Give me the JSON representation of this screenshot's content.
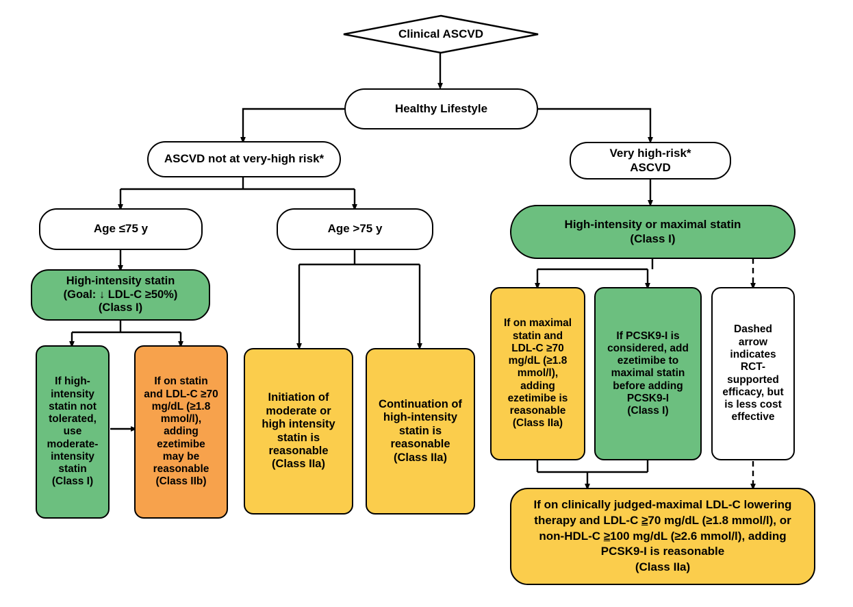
{
  "diagram": {
    "title": "Clinical ASCVD cholesterol management algorithm",
    "colors": {
      "green": "#6cbf7f",
      "yellow": "#fbcd4c",
      "orange": "#f7a24c",
      "white": "#ffffff",
      "stroke": "#000000"
    }
  },
  "nodes": {
    "clinical_ascvd": {
      "label": "Clinical ASCVD",
      "shape": "diamond",
      "fill": "white"
    },
    "healthy_lifestyle": {
      "label": "Healthy Lifestyle",
      "shape": "pill",
      "fill": "white"
    },
    "ascvd_not_very_high": {
      "label": "ASCVD not at very-high risk*",
      "shape": "pill",
      "fill": "white"
    },
    "very_high_risk_ascvd": {
      "line1": "Very high-risk*",
      "line2": "ASCVD",
      "shape": "rounded",
      "fill": "white"
    },
    "age_le_75": {
      "label": "Age ≤75 y",
      "shape": "rounded",
      "fill": "white"
    },
    "age_gt_75": {
      "label": "Age >75 y",
      "shape": "rounded",
      "fill": "white"
    },
    "high_intensity_statin_goal": {
      "line1": "High-intensity statin",
      "line2": "(Goal: ↓ LDL-C ≥50%)",
      "line3": "(Class I)",
      "shape": "rounded",
      "fill": "green"
    },
    "not_tolerated_moderate": {
      "text": "If high-intensity statin not tolerated, use moderate-intensity statin (Class I)",
      "lines": [
        "If high-",
        "intensity",
        "statin not",
        "tolerated,",
        "use",
        "moderate-",
        "intensity",
        "statin",
        "(Class I)"
      ],
      "shape": "soft",
      "fill": "green"
    },
    "statin_ldl70_ezetimibe": {
      "text": "If on statin and LDL-C ≥70 mg/dL (≥1.8 mmol/l), adding ezetimibe may be reasonable (Class IIb)",
      "lines": [
        "If on statin",
        "and LDL-C ≥70",
        "mg/dL (≥1.8",
        "mmol/l),",
        "adding",
        "ezetimibe",
        "may be",
        "reasonable",
        "(Class IIb)"
      ],
      "shape": "soft",
      "fill": "orange"
    },
    "initiation_moderate_high": {
      "text": "Initiation of moderate or high intensity statin is reasonable (Class IIa)",
      "lines": [
        "Initiation of",
        "moderate or",
        "high intensity",
        "statin is",
        "reasonable",
        "(Class IIa)"
      ],
      "shape": "soft",
      "fill": "yellow"
    },
    "continuation_high_intensity": {
      "text": "Continuation of high-intensity statin is reasonable (Class IIa)",
      "lines": [
        "Continuation of",
        "high-intensity",
        "statin is",
        "reasonable",
        "(Class IIa)"
      ],
      "shape": "soft",
      "fill": "yellow"
    },
    "high_or_maximal_statin": {
      "line1": "High-intensity or maximal statin",
      "line2": "(Class I)",
      "shape": "pill",
      "fill": "green"
    },
    "maximal_statin_ezetimibe": {
      "text": "If on maximal statin and LDL-C ≥70 mg/dL (≥1.8 mmol/l), adding ezetimibe is reasonable (Class IIa)",
      "lines": [
        "If on maximal",
        "statin and",
        "LDL-C ≥70",
        "mg/dL (≥1.8",
        "mmol/l),",
        "adding",
        "ezetimibe is",
        "reasonable",
        "(Class IIa)"
      ],
      "shape": "soft",
      "fill": "yellow"
    },
    "pcsk9i_considered": {
      "text": "If PCSK9-I is considered, add ezetimibe to maximal statin before adding PCSK9-I (Class I)",
      "lines": [
        "If PCSK9-I is",
        "considered, add",
        "ezetimibe to",
        "maximal statin",
        "before adding",
        "PCSK9-I",
        "(Class I)"
      ],
      "shape": "soft",
      "fill": "green"
    },
    "dashed_arrow_legend": {
      "text": "Dashed arrow indicates RCT-supported efficacy, but is less cost effective",
      "lines": [
        "Dashed",
        "arrow",
        "indicates",
        "RCT-",
        "supported",
        "efficacy, but",
        "is less cost",
        "effective"
      ],
      "shape": "soft",
      "fill": "white"
    },
    "pcsk9i_reasonable": {
      "text": "If on clinically judged-maximal LDL-C lowering therapy and LDL-C ≥70 mg/dL (≥1.8 mmol/l), or non-HDL-C ≥100 mg/dL (≥2.6 mmol/l), adding PCSK9-I is reasonable (Class IIa)",
      "line1_a": "If on clinically judged-maximal LDL-C lowering",
      "line2_a": "therapy and LDL-C ",
      "line2_geq": "≥",
      "line2_b": "70 mg/dL (≥1.8 mmol/l), or",
      "line3_a": "non-HDL-C ",
      "line3_geq": "≥",
      "line3_b": "100 mg/dL (≥2.6 mmol/l), adding",
      "line4": "PCSK9-I is reasonable",
      "line5": "(Class IIa)",
      "shape": "rounded",
      "fill": "yellow"
    }
  }
}
